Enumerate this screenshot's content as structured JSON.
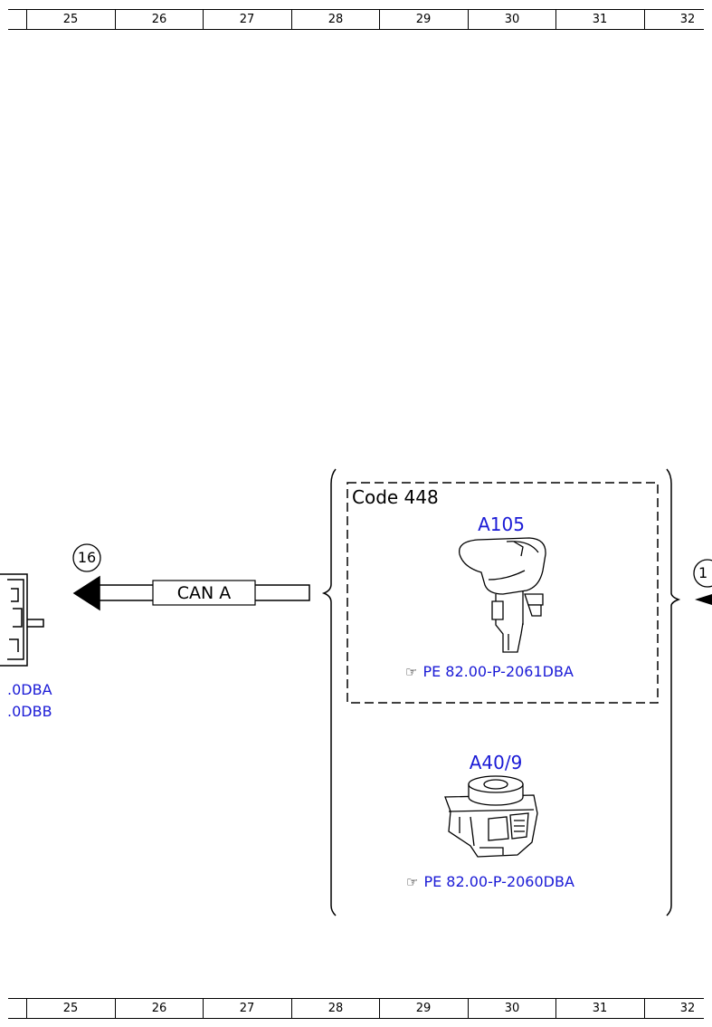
{
  "ruler": {
    "numbers": [
      "25",
      "26",
      "27",
      "28",
      "29",
      "30",
      "31",
      "32"
    ]
  },
  "left_fragment": {
    "ref_1": ".0DBA",
    "ref_2": ".0DBB"
  },
  "connector": {
    "number": "16",
    "label": "CAN A",
    "right_number_partial": "1"
  },
  "option_box": {
    "code_label": "Code 448"
  },
  "components": [
    {
      "id": "A105",
      "ref": "PE 82.00-P-2061DBA",
      "icon": "hand-pointer-icon"
    },
    {
      "id": "A40/9",
      "ref": "PE 82.00-P-2060DBA",
      "icon": "hand-pointer-icon"
    }
  ],
  "colors": {
    "link": "#1a1ad6",
    "line": "#000000"
  }
}
